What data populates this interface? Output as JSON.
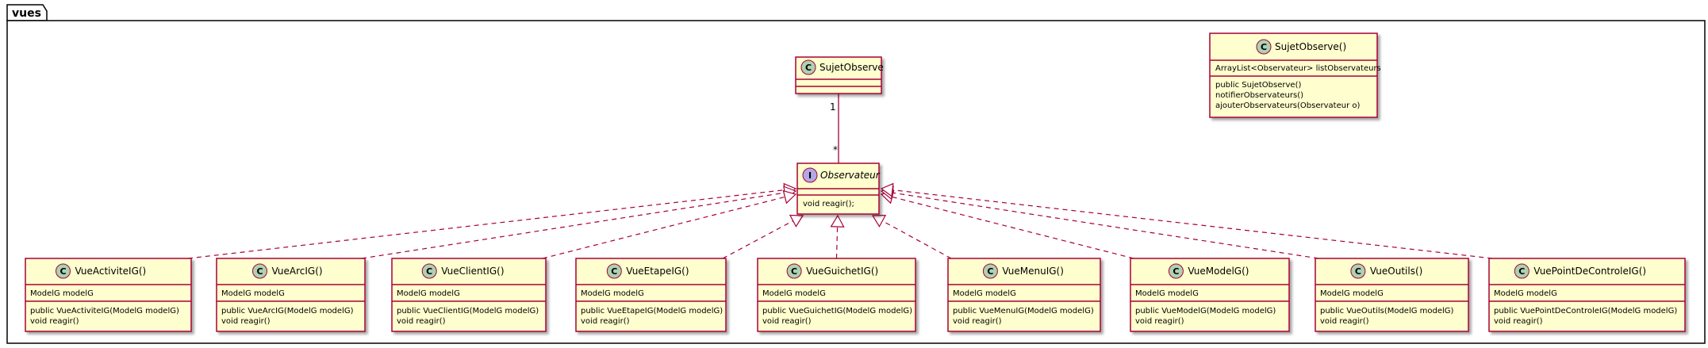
{
  "package": {
    "name": "vues"
  },
  "top_classes": {
    "sujet": {
      "name": "SujetObserve",
      "badge": "C"
    },
    "sujet_detail": {
      "name": "SujetObserve()",
      "badge": "C",
      "attributes": [
        "ArrayList<Observateur> listObservateurs"
      ],
      "methods": [
        "public SujetObserve()",
        "notifierObservateurs()",
        "ajouterObservateurs(Observateur o)"
      ]
    }
  },
  "interface": {
    "name": "Observateur",
    "badge": "I",
    "methods": [
      "void reagir();"
    ]
  },
  "association": {
    "source_mult": "1",
    "target_mult": "*"
  },
  "classes": [
    {
      "name": "VueActiviteIG()",
      "badge": "C",
      "attribute": "ModelG modelG",
      "methods": [
        "public VueActiviteIG(ModelG modelG)",
        "void reagir()"
      ]
    },
    {
      "name": "VueArcIG()",
      "badge": "C",
      "attribute": "ModelG modelG",
      "methods": [
        "public VueArcIG(ModelG modelG)",
        "void reagir()"
      ]
    },
    {
      "name": "VueClientIG()",
      "badge": "C",
      "attribute": "ModelG modelG",
      "methods": [
        "public VueClientIG(ModelG modelG)",
        "void reagir()"
      ]
    },
    {
      "name": "VueEtapeIG()",
      "badge": "C",
      "attribute": "ModelG modelG",
      "methods": [
        "public VueEtapeIG(ModelG modelG)",
        "void reagir()"
      ]
    },
    {
      "name": "VueGuichetIG()",
      "badge": "C",
      "attribute": "ModelG modelG",
      "methods": [
        "public VueGuichetIG(ModelG modelG)",
        "void reagir()"
      ]
    },
    {
      "name": "VueMenuIG()",
      "badge": "C",
      "attribute": "ModelG modelG",
      "methods": [
        "public VueMenuIG(ModelG modelG)",
        "void reagir()"
      ]
    },
    {
      "name": "VueModelG()",
      "badge": "C",
      "attribute": "ModelG modelG",
      "methods": [
        "public VueModelG(ModelG modelG)",
        "void reagir()"
      ]
    },
    {
      "name": "VueOutils()",
      "badge": "C",
      "attribute": "ModelG modelG",
      "methods": [
        "public VueOutils(ModelG modelG)",
        "void reagir()"
      ]
    },
    {
      "name": "VuePointDeControleIG()",
      "badge": "C",
      "attribute": "ModelG modelG",
      "methods": [
        "public VuePointDeControleIG(ModelG modelG)",
        "void reagir()"
      ]
    }
  ],
  "colors": {
    "box_fill": "#FEFECE",
    "box_stroke": "#A80036",
    "edge": "#A80036",
    "class_badge": "#ADD1B2",
    "interface_badge": "#B4A7E5",
    "package_stroke": "#000000"
  }
}
